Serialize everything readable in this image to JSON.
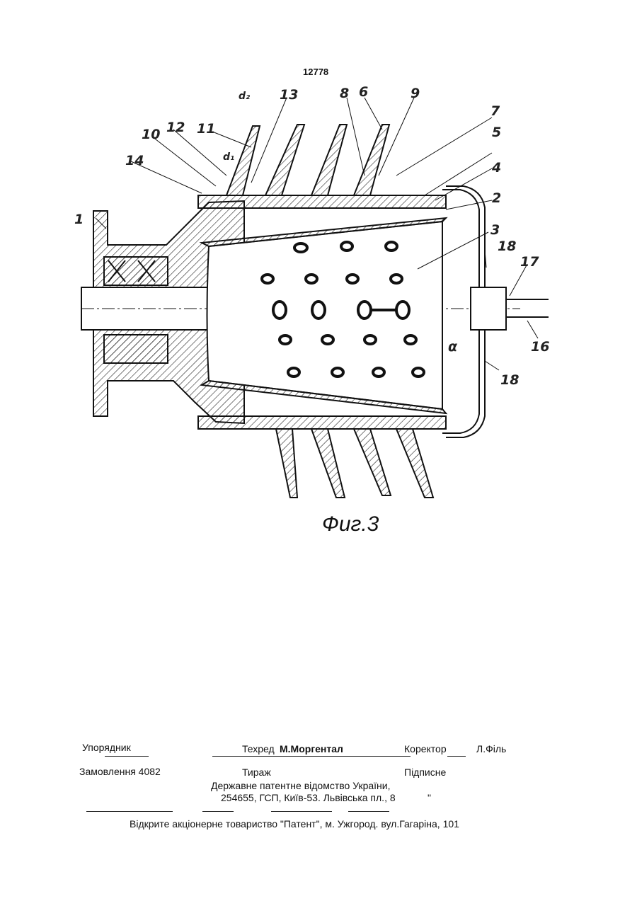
{
  "page_number": "12778",
  "figure": {
    "caption": "Фиг.3",
    "labels": [
      "1",
      "2",
      "3",
      "4",
      "5",
      "6",
      "7",
      "8",
      "9",
      "10",
      "11",
      "12",
      "13",
      "14",
      "16",
      "17",
      "18",
      "18",
      "α",
      "d₁",
      "d₂"
    ]
  },
  "imprint": {
    "compiler_label": "Упорядник",
    "tech_editor_label": "Техред",
    "tech_editor_name": "М.Моргентал",
    "corrector_label": "Коректор",
    "corrector_name": "Л.Філь",
    "order": "Замовлення 4082",
    "circulation": "Тираж",
    "subscription": "Підписне",
    "office_line1": "Державне патентне відомство України,",
    "office_line2": "254655, ГСП, Київ-53. Львівська пл., 8",
    "office_quote": "\"",
    "publisher": "Відкрите акціонерне товариство   \"Патент\", м. Ужгород. вул.Гагаріна, 101"
  }
}
